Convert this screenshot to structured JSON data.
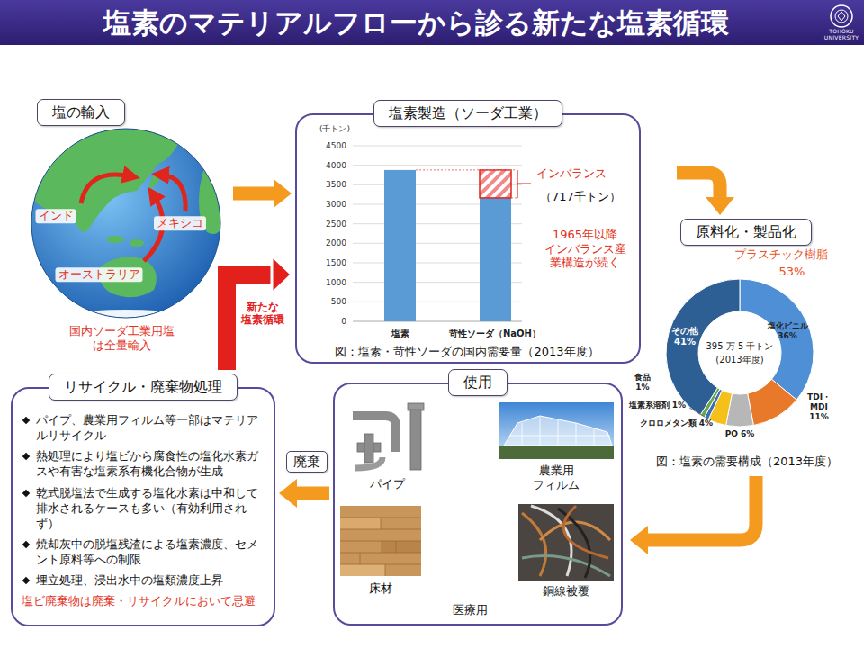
{
  "diagram": {
    "title": "塩素のマテリアルフローから診る新たな塩素循環",
    "nodes": [
      {
        "text": [
          "塩の輸入"
        ]
      },
      {
        "text": [
          "塩素製造（ソーダ工業）"
        ]
      },
      {
        "text": [
          "原料化・製品化"
        ]
      },
      {
        "text": [
          "使用"
        ]
      },
      {
        "text": [
          "リサイクル・廃棄物処理",
          "パイプ、農業用フィルム等一部はマテリアルリサイクル",
          "熱処理により塩ビから腐食性の塩化水素ガスや有害な塩素系有機化合物が生成",
          "乾式脱塩法で生成する塩化水素は中和して排水されるケースも多い（有効利用されず）",
          "焼却灰中の脱塩残渣による塩素濃度、セメント原料等への制限",
          "埋立処理、浸出水中の塩類濃度上昇",
          "塩ビ廃棄物は廃棄・リサイクルにおいて忌避"
        ]
      }
    ],
    "edges": [
      {
        "from": 0,
        "to": 1,
        "arrow": "to"
      },
      {
        "from": 1,
        "to": 2,
        "arrow": "to"
      },
      {
        "from": 2,
        "to": 3,
        "arrow": "to"
      },
      {
        "from": 3,
        "to": 4,
        "label": "廃棄",
        "arrow": "to"
      },
      {
        "from": 4,
        "to": 1,
        "label": "新たな 塩素循環",
        "arrow": "to"
      }
    ],
    "labels": [
      "TOHOKU UNIVERSITY",
      "インド",
      "メキシコ",
      "オーストラリア",
      "国内ソーダ工業用塩 は全量輸入",
      "(千トン)",
      "4500",
      "4000",
      "3500",
      "3000",
      "2500",
      "2000",
      "1500",
      "1000",
      "500",
      "0",
      "塩素",
      "苛性ソーダ（NaOH）",
      "インバランス",
      "（717千トン）",
      "1965年以降 インバランス産 業構造が続く",
      "図：塩素・苛性ソーダの国内需要量（2013年度）",
      "プラスチック樹脂",
      "53%",
      "塩化ビニル 36%",
      "その他 41%",
      "395 万 5 千トン",
      "(2013年度)",
      "TDI・MDI 11%",
      "PO 6%",
      "クロロメタン類 4%",
      "塩素系溶剤 1%",
      "食品 1%",
      "図：塩素の需要構成（2013年度）",
      "パイプ",
      "農業用 フィルム",
      "床材",
      "銅線被覆",
      "医療用"
    ]
  }
}
